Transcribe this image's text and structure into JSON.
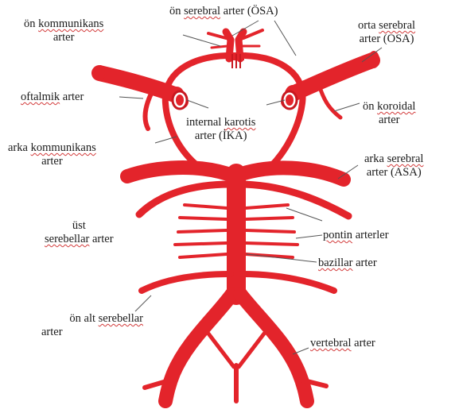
{
  "labels": {
    "on_kommunikans": {
      "line1": [
        "ön",
        "kommunikans"
      ],
      "line2": [
        "arter"
      ]
    },
    "on_serebral": {
      "line1": [
        "ön",
        "serebral",
        "arter (ÖSA)"
      ]
    },
    "orta_serebral": {
      "line1": [
        "orta",
        "serebral"
      ],
      "line2": [
        "arter (OSA)"
      ]
    },
    "oftalmik": {
      "line1": [
        "oftalmik",
        "arter"
      ]
    },
    "internal_karotis": {
      "line1": [
        "internal",
        "karotis"
      ],
      "line2": [
        "arter (İKA)"
      ]
    },
    "on_koroidal": {
      "line1": [
        "ön",
        "koroidal"
      ],
      "line2": [
        "arter"
      ]
    },
    "arka_kommunikans": {
      "line1": [
        "arka",
        "kommunikans"
      ],
      "line2": [
        "arter"
      ]
    },
    "arka_serebral": {
      "line1": [
        "arka",
        "serebral"
      ],
      "line2": [
        "arter (ASA)"
      ]
    },
    "ust_serebellar": {
      "line1": [
        "üst"
      ],
      "line2": [
        "serebellar",
        "arter"
      ]
    },
    "pontin": {
      "line1": [
        "pontin",
        "arterler"
      ]
    },
    "bazillar": {
      "line1": [
        "bazillar",
        "arter"
      ]
    },
    "on_alt_serebellar": {
      "line1": [
        "ön alt",
        "serebellar"
      ],
      "line2": [
        "arter"
      ]
    },
    "vertebral": {
      "line1": [
        "vertebral",
        "arter"
      ]
    }
  },
  "colors": {
    "vessel": "#e3242b",
    "vessel_dark": "#b5121b",
    "vessel_light": "#f26a6e",
    "leader": "#555555",
    "spellcheck_underline": "#d23a3a",
    "text": "#1a1a1a"
  }
}
